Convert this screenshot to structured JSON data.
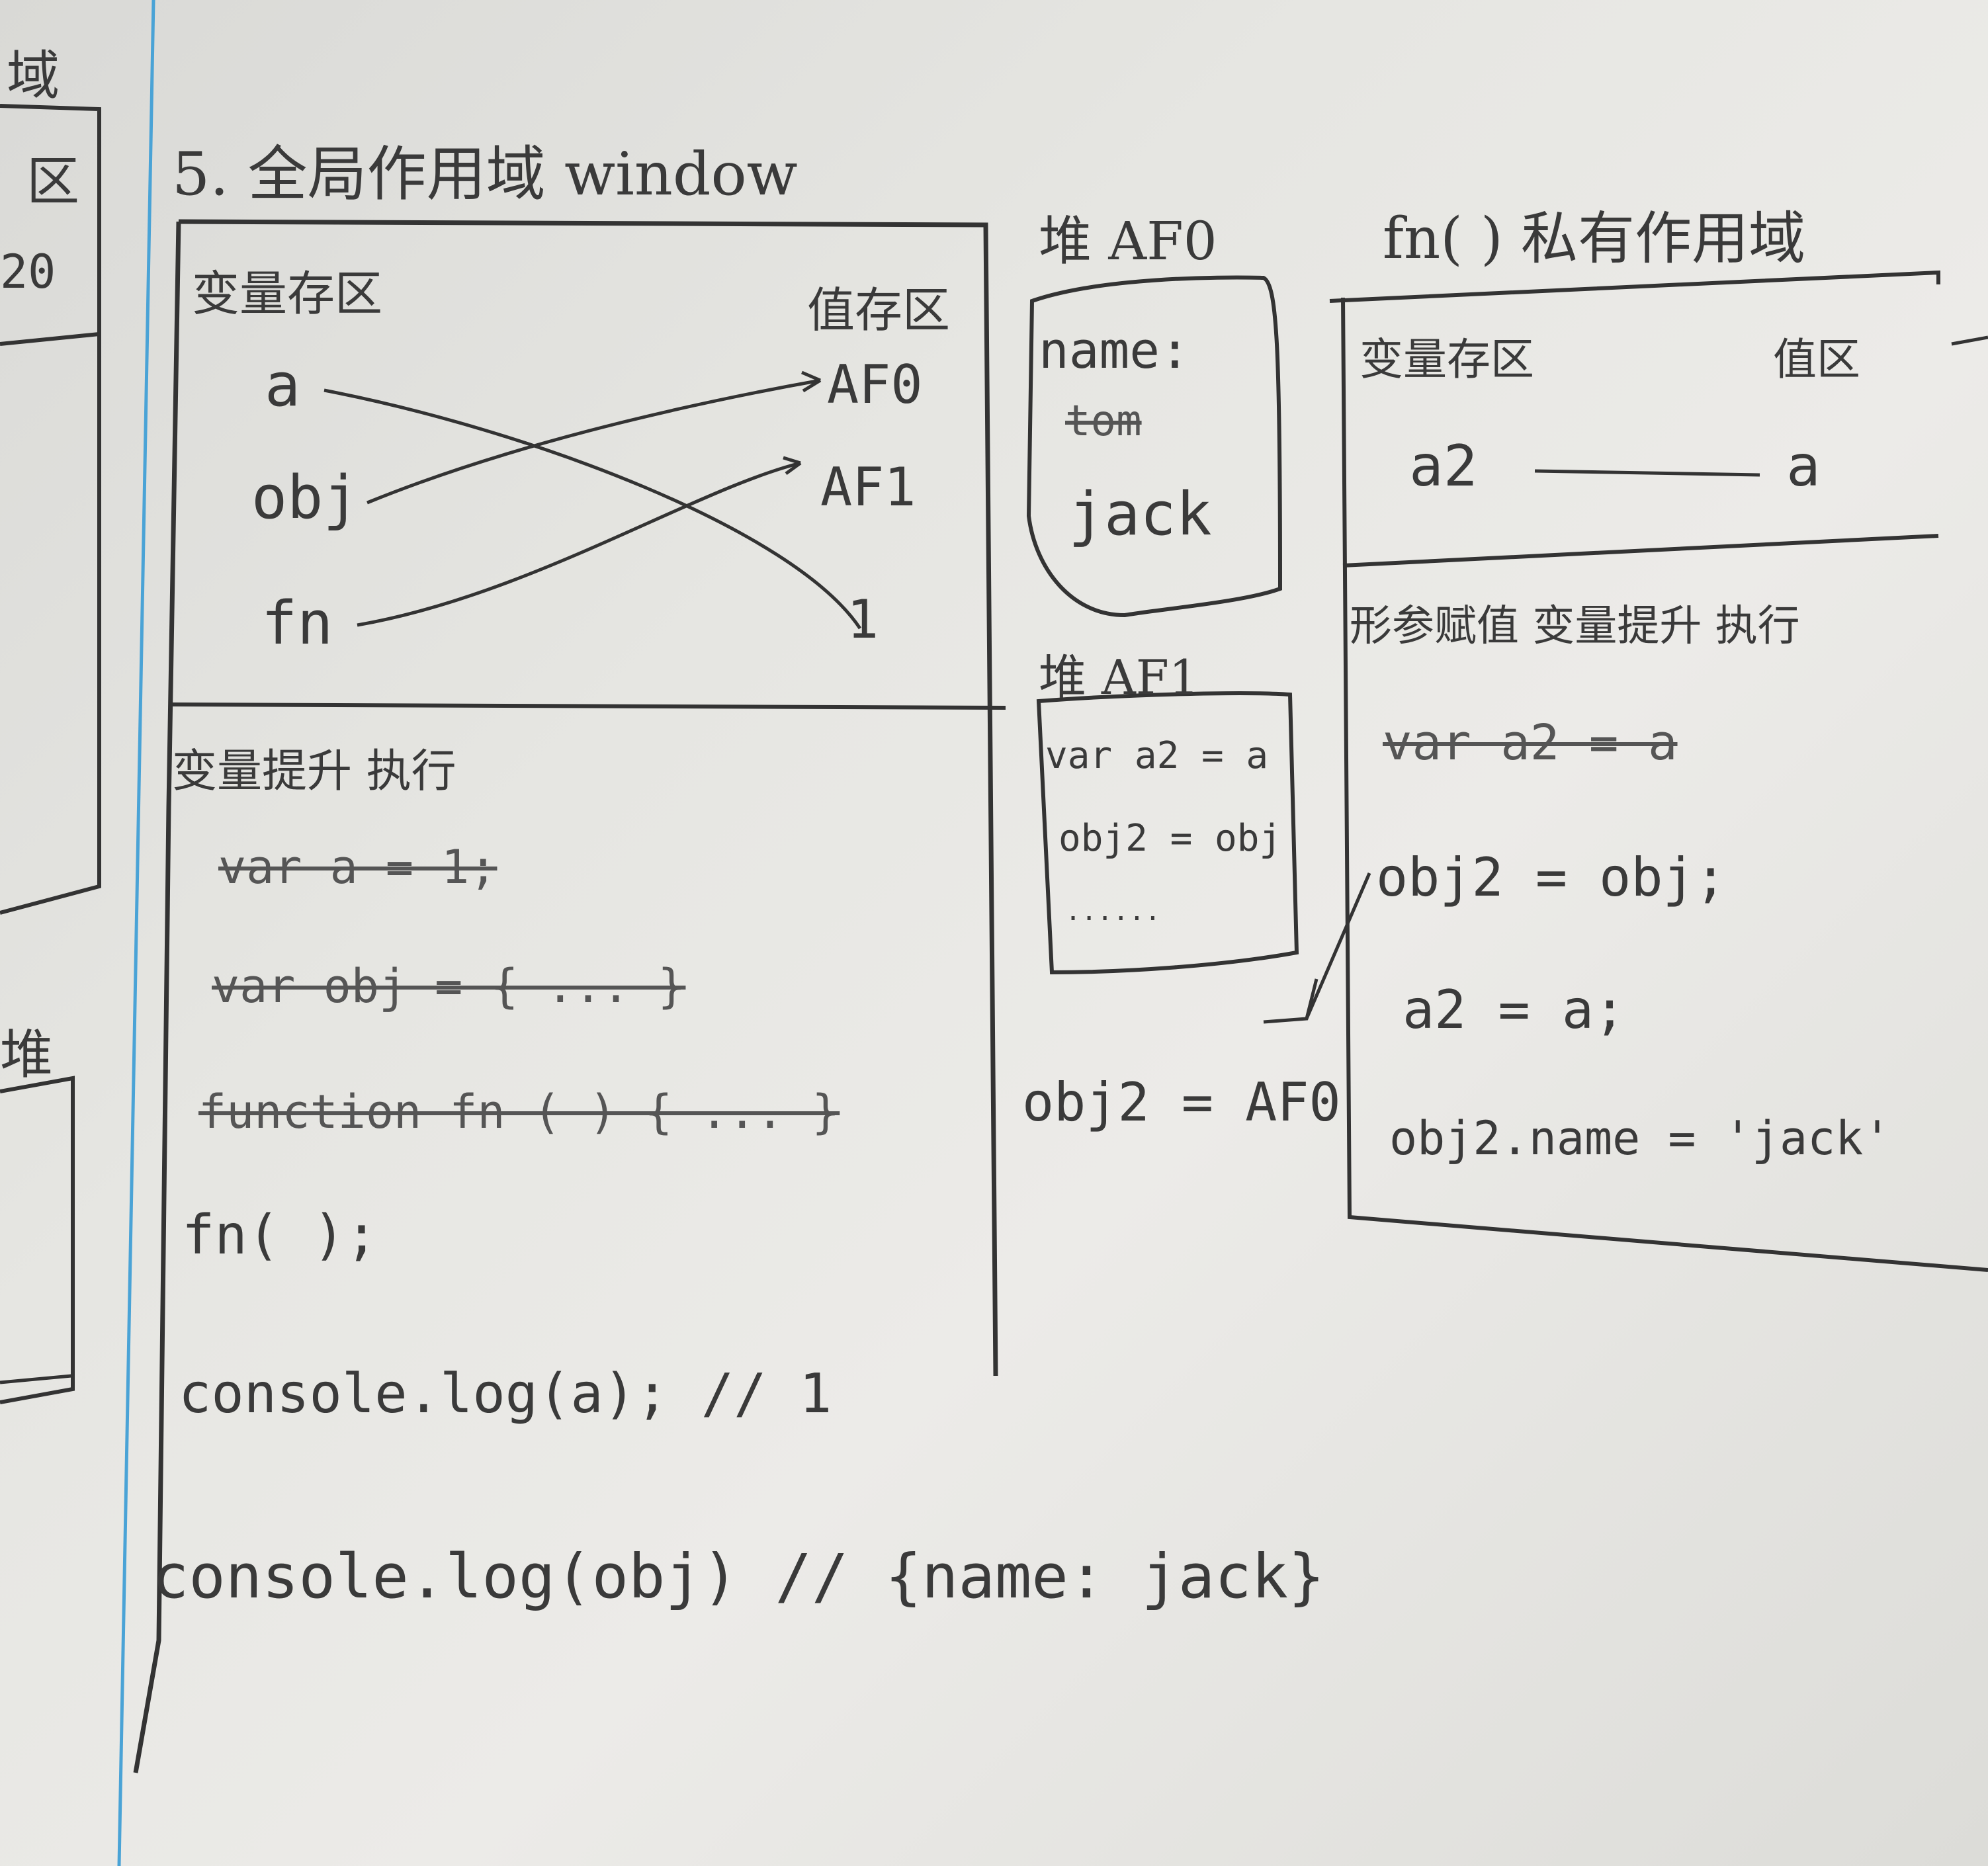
{
  "colors": {
    "paper": "#e6e6e2",
    "pencil": "#3a3a3a",
    "margin_line": "#4aa3d6"
  },
  "global_scope": {
    "heading": "5. 全局作用域 window",
    "var_area_label": "变量存区",
    "value_area_label": "值存区",
    "vars": [
      "a",
      "obj",
      "fn"
    ],
    "values": [
      "AF0",
      "AF1",
      "1"
    ],
    "exec_label": "变量提升 执行",
    "code_struck": [
      "var a = 1;",
      "var obj = { ... }",
      "function fn ( ) { ... }"
    ],
    "code": [
      "fn( );",
      "console.log(a); // 1",
      "console.log(obj) // {name: jack}"
    ]
  },
  "heap_af0": {
    "heading": "堆 AF0",
    "key": "name:",
    "old_value": "tom",
    "new_value": "jack"
  },
  "heap_af1": {
    "heading": "堆 AF1",
    "lines": [
      "var a2 = a",
      "obj2 = obj",
      "......"
    ]
  },
  "obj2_note": "obj2 = AF0",
  "fn_scope": {
    "heading": "fn( ) 私有作用域",
    "var_area_label": "变量存区",
    "value_area_label": "值区",
    "var": "a2",
    "value": "a",
    "exec_label": "形参赋值 变量提升 执行",
    "code_struck": [
      "var a2 = a"
    ],
    "code": [
      "obj2 = obj;",
      "a2 = a;",
      "obj2.name = 'jack'"
    ]
  },
  "left_edge_fragments": [
    "域",
    "区",
    "20",
    "堆"
  ]
}
